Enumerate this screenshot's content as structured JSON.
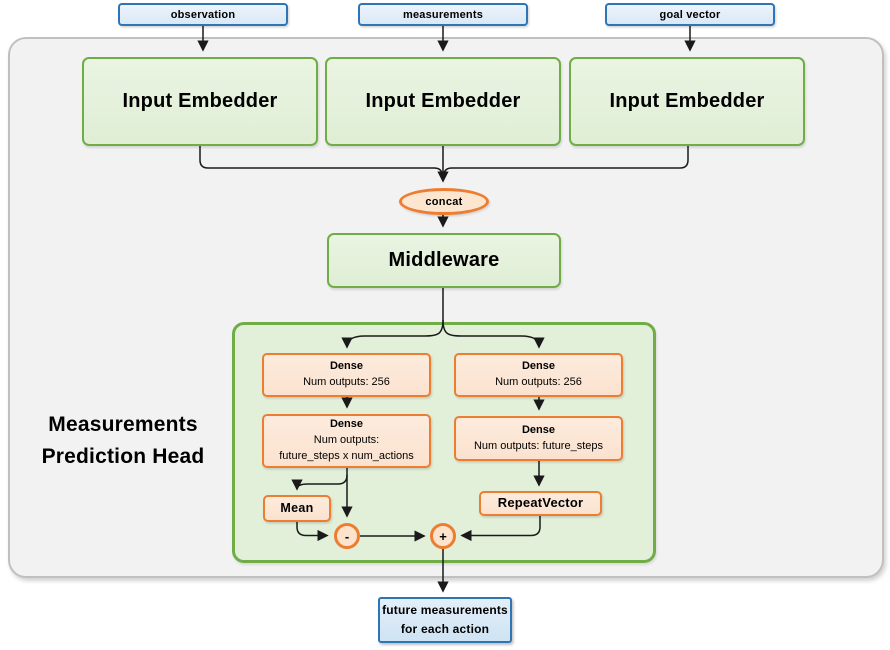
{
  "colors": {
    "blue_border": "#2E75B6",
    "blue_fill": "#DEEBF7",
    "green_border": "#70AD47",
    "green_fill": "#E2EFD9",
    "orange_border": "#ED7D31",
    "orange_fill": "#FBE5D6",
    "container_fill": "#F2F2F2",
    "container_border": "#C0C0C0",
    "line": "#1A1A1A"
  },
  "inputs": [
    {
      "label": "observation"
    },
    {
      "label": "measurements"
    },
    {
      "label": "goal vector"
    }
  ],
  "embedders": [
    {
      "label": "Input Embedder"
    },
    {
      "label": "Input Embedder"
    },
    {
      "label": "Input Embedder"
    }
  ],
  "concat": {
    "label": "concat"
  },
  "middleware": {
    "label": "Middleware"
  },
  "head": {
    "title_line1": "Measurements",
    "title_line2": "Prediction Head",
    "left": {
      "dense1": {
        "title": "Dense",
        "subtitle": "Num outputs: 256"
      },
      "dense2": {
        "title": "Dense",
        "subtitle": "Num outputs:",
        "subtitle2": "future_steps x num_actions"
      },
      "mean": {
        "label": "Mean"
      },
      "minus": {
        "label": "-"
      }
    },
    "right": {
      "dense1": {
        "title": "Dense",
        "subtitle": "Num outputs: 256"
      },
      "dense2": {
        "title": "Dense",
        "subtitle": "Num outputs: future_steps"
      },
      "repeat": {
        "label": "RepeatVector"
      },
      "plus": {
        "label": "+"
      }
    }
  },
  "output": {
    "line1": "future measurements",
    "line2": "for each action"
  }
}
